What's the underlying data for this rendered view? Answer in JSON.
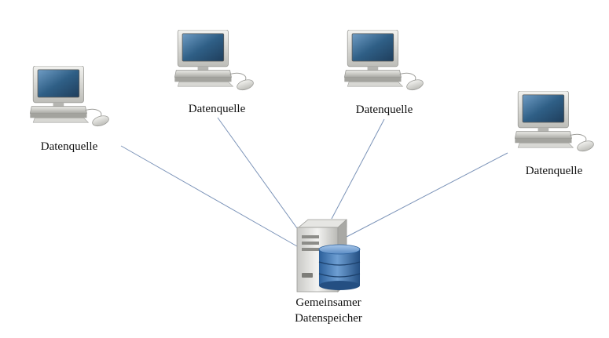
{
  "diagram": {
    "nodes": [
      {
        "id": "client-1",
        "label": "Datenquelle",
        "icon": "desktop-computer-icon"
      },
      {
        "id": "client-2",
        "label": "Datenquelle",
        "icon": "desktop-computer-icon"
      },
      {
        "id": "client-3",
        "label": "Datenquelle",
        "icon": "desktop-computer-icon"
      },
      {
        "id": "client-4",
        "label": "Datenquelle",
        "icon": "desktop-computer-icon"
      }
    ],
    "server": {
      "label_line1": "Gemeinsamer",
      "label_line2": "Datenspeicher",
      "icon": "database-server-icon"
    },
    "edges": [
      {
        "from": "client-1",
        "to": "server"
      },
      {
        "from": "client-2",
        "to": "server"
      },
      {
        "from": "client-3",
        "to": "server"
      },
      {
        "from": "client-4",
        "to": "server"
      }
    ],
    "colors": {
      "edge": "#7b93b8",
      "screen": "#2f5f86",
      "casing": "#d6d6d2",
      "database": "#3d73b0"
    }
  }
}
